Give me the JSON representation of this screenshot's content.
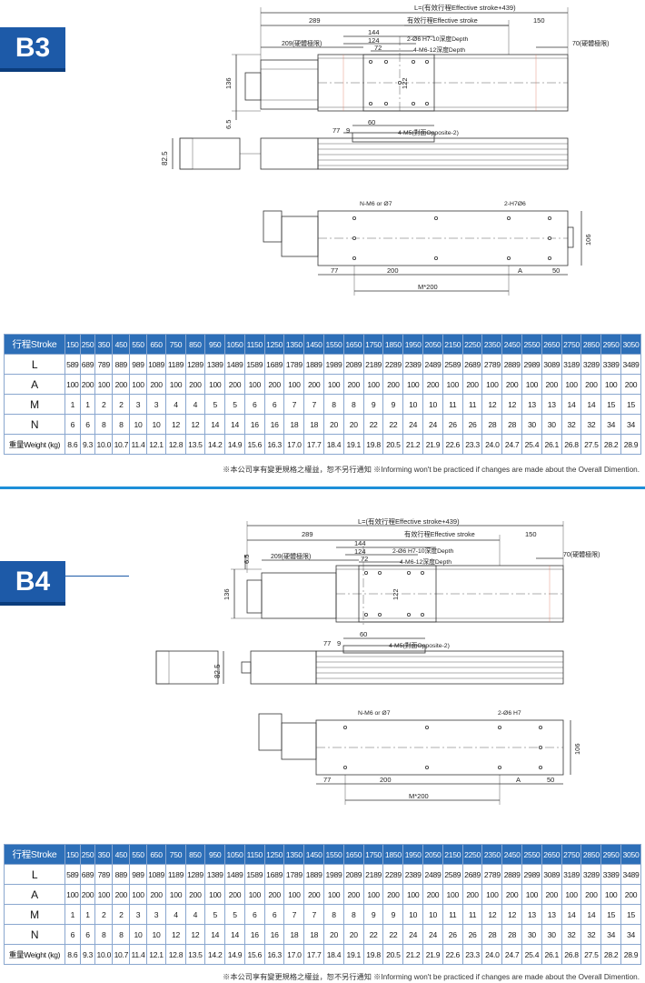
{
  "sections": [
    {
      "id": "b3",
      "badge": "B3",
      "drawing": {
        "total_length": "L=(有效行程Effective stroke+439)",
        "effective_stroke": "有效行程Effective stroke",
        "dim_289": "289",
        "dim_150": "150",
        "dim_209": "209(硬體極限)",
        "dim_70": "70(硬體極限)",
        "dim_144": "144",
        "dim_124": "124",
        "dim_72": "72",
        "dim_136": "136",
        "dim_122": "122",
        "dim_65": "6.5",
        "dim_825": "82.5",
        "dim_77_top": "77",
        "dim_9": "9",
        "dim_60": "60",
        "dim_77_bottom": "77",
        "dim_200": "200",
        "dim_a": "A",
        "dim_50": "50",
        "dim_106": "106",
        "dim_m200": "M*200",
        "hole_spec_1": "2-Ø6 H7-10深度Depth",
        "hole_spec_2": "4-M6-12深度Depth",
        "hole_spec_3": "4-M5(對面Opposite-2)",
        "hole_spec_4": "N-M6 or Ø7",
        "hole_spec_5": "2-H7Ø6"
      },
      "table": {
        "header_label": "行程Stroke",
        "strokes": [
          "150",
          "250",
          "350",
          "450",
          "550",
          "650",
          "750",
          "850",
          "950",
          "1050",
          "1150",
          "1250",
          "1350",
          "1450",
          "1550",
          "1650",
          "1750",
          "1850",
          "1950",
          "2050",
          "2150",
          "2250",
          "2350",
          "2450",
          "2550",
          "2650",
          "2750",
          "2850",
          "2950",
          "3050"
        ],
        "rows": [
          {
            "label": "L",
            "values": [
              "589",
              "689",
              "789",
              "889",
              "989",
              "1089",
              "1189",
              "1289",
              "1389",
              "1489",
              "1589",
              "1689",
              "1789",
              "1889",
              "1989",
              "2089",
              "2189",
              "2289",
              "2389",
              "2489",
              "2589",
              "2689",
              "2789",
              "2889",
              "2989",
              "3089",
              "3189",
              "3289",
              "3389",
              "3489"
            ]
          },
          {
            "label": "A",
            "values": [
              "100",
              "200",
              "100",
              "200",
              "100",
              "200",
              "100",
              "200",
              "100",
              "200",
              "100",
              "200",
              "100",
              "200",
              "100",
              "200",
              "100",
              "200",
              "100",
              "200",
              "100",
              "200",
              "100",
              "200",
              "100",
              "200",
              "100",
              "200",
              "100",
              "200"
            ]
          },
          {
            "label": "M",
            "values": [
              "1",
              "1",
              "2",
              "2",
              "3",
              "3",
              "4",
              "4",
              "5",
              "5",
              "6",
              "6",
              "7",
              "7",
              "8",
              "8",
              "9",
              "9",
              "10",
              "10",
              "11",
              "11",
              "12",
              "12",
              "13",
              "13",
              "14",
              "14",
              "15",
              "15"
            ]
          },
          {
            "label": "N",
            "values": [
              "6",
              "6",
              "8",
              "8",
              "10",
              "10",
              "12",
              "12",
              "14",
              "14",
              "16",
              "16",
              "18",
              "18",
              "20",
              "20",
              "22",
              "22",
              "24",
              "24",
              "26",
              "26",
              "28",
              "28",
              "30",
              "30",
              "32",
              "32",
              "34",
              "34"
            ]
          },
          {
            "label": "重量Weight (kg)",
            "values": [
              "8.6",
              "9.3",
              "10.0",
              "10.7",
              "11.4",
              "12.1",
              "12.8",
              "13.5",
              "14.2",
              "14.9",
              "15.6",
              "16.3",
              "17.0",
              "17.7",
              "18.4",
              "19.1",
              "19.8",
              "20.5",
              "21.2",
              "21.9",
              "22.6",
              "23.3",
              "24.0",
              "24.7",
              "25.4",
              "26.1",
              "26.8",
              "27.5",
              "28.2",
              "28.9"
            ]
          }
        ]
      },
      "note": "※本公司享有變更規格之權益，恕不另行通知 ※Informing won't be practiced if changes are made about the Overall Dimention."
    },
    {
      "id": "b4",
      "badge": "B4",
      "drawing": {
        "total_length": "L=(有效行程Effective stroke+439)",
        "effective_stroke": "有效行程Effective stroke",
        "dim_289": "289",
        "dim_150": "150",
        "dim_209": "209(硬體極限)",
        "dim_70": "70(硬體極限)",
        "dim_144": "144",
        "dim_124": "124",
        "dim_72": "72",
        "dim_136": "136",
        "dim_122": "122",
        "dim_65": "6.5",
        "dim_825": "82.5",
        "dim_77_top": "77",
        "dim_9": "9",
        "dim_60": "60",
        "dim_77_bottom": "77",
        "dim_200": "200",
        "dim_a": "A",
        "dim_50": "50",
        "dim_106": "106",
        "dim_m200": "M*200",
        "hole_spec_1": "2-Ø6 H7-10深度Depth",
        "hole_spec_2": "4-M6-12深度Depth",
        "hole_spec_3": "4-M5(對面Opposite-2)",
        "hole_spec_4": "N-M6 or Ø7",
        "hole_spec_5": "2-Ø6 H7"
      },
      "table": {
        "header_label": "行程Stroke",
        "strokes": [
          "150",
          "250",
          "350",
          "450",
          "550",
          "650",
          "750",
          "850",
          "950",
          "1050",
          "1150",
          "1250",
          "1350",
          "1450",
          "1550",
          "1650",
          "1750",
          "1850",
          "1950",
          "2050",
          "2150",
          "2250",
          "2350",
          "2450",
          "2550",
          "2650",
          "2750",
          "2850",
          "2950",
          "3050"
        ],
        "rows": [
          {
            "label": "L",
            "values": [
              "589",
              "689",
              "789",
              "889",
              "989",
              "1089",
              "1189",
              "1289",
              "1389",
              "1489",
              "1589",
              "1689",
              "1789",
              "1889",
              "1989",
              "2089",
              "2189",
              "2289",
              "2389",
              "2489",
              "2589",
              "2689",
              "2789",
              "2889",
              "2989",
              "3089",
              "3189",
              "3289",
              "3389",
              "3489"
            ]
          },
          {
            "label": "A",
            "values": [
              "100",
              "200",
              "100",
              "200",
              "100",
              "200",
              "100",
              "200",
              "100",
              "200",
              "100",
              "200",
              "100",
              "200",
              "100",
              "200",
              "100",
              "200",
              "100",
              "200",
              "100",
              "200",
              "100",
              "200",
              "100",
              "200",
              "100",
              "200",
              "100",
              "200"
            ]
          },
          {
            "label": "M",
            "values": [
              "1",
              "1",
              "2",
              "2",
              "3",
              "3",
              "4",
              "4",
              "5",
              "5",
              "6",
              "6",
              "7",
              "7",
              "8",
              "8",
              "9",
              "9",
              "10",
              "10",
              "11",
              "11",
              "12",
              "12",
              "13",
              "13",
              "14",
              "14",
              "15",
              "15"
            ]
          },
          {
            "label": "N",
            "values": [
              "6",
              "6",
              "8",
              "8",
              "10",
              "10",
              "12",
              "12",
              "14",
              "14",
              "16",
              "16",
              "18",
              "18",
              "20",
              "20",
              "22",
              "22",
              "24",
              "24",
              "26",
              "26",
              "28",
              "28",
              "30",
              "30",
              "32",
              "32",
              "34",
              "34"
            ]
          },
          {
            "label": "重量Weight (kg)",
            "values": [
              "8.6",
              "9.3",
              "10.0",
              "10.7",
              "11.4",
              "12.1",
              "12.8",
              "13.5",
              "14.2",
              "14.9",
              "15.6",
              "16.3",
              "17.0",
              "17.7",
              "18.4",
              "19.1",
              "19.8",
              "20.5",
              "21.2",
              "21.9",
              "22.6",
              "23.3",
              "24.0",
              "24.7",
              "25.4",
              "26.1",
              "26.8",
              "27.5",
              "28.2",
              "28.9"
            ]
          }
        ]
      },
      "note": "※本公司享有變更規格之權益，恕不另行通知 ※Informing won't be practiced if changes are made about the Overall Dimention."
    }
  ]
}
